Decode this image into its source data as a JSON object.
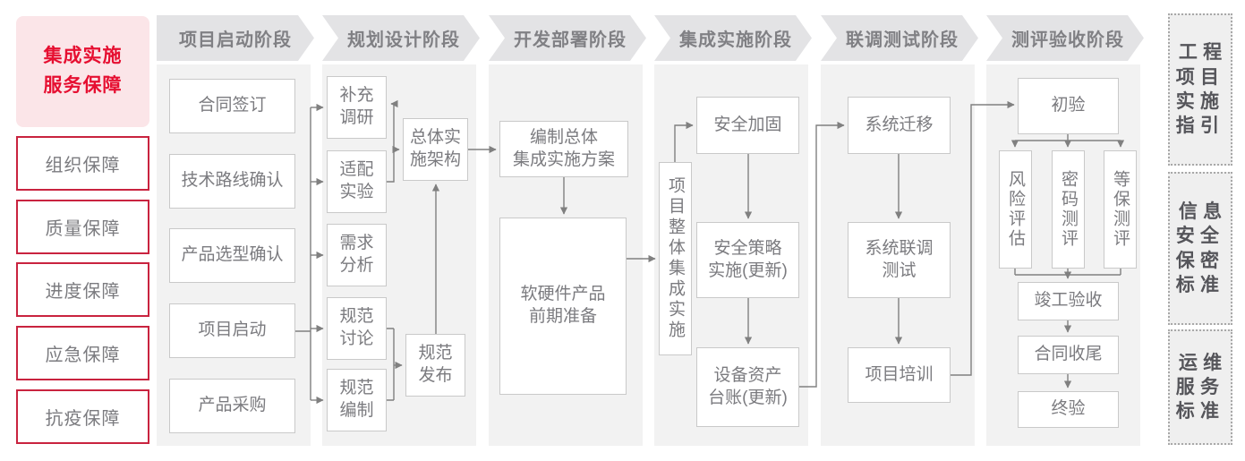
{
  "colors": {
    "accent_red": "#e60f31",
    "pink_bg": "#fbe5e8",
    "red_border": "#c9233f",
    "panel_bg": "#f2f2f2",
    "chevron_bg": "#e3e3e5",
    "line_gray": "#808080",
    "box_border": "#c9c9c9",
    "box_text": "#7b7b7f",
    "standard_text": "#55555a"
  },
  "sidebar": {
    "title": "集成实施\n服务保障",
    "items": [
      "组织保障",
      "质量保障",
      "进度保障",
      "应急保障",
      "抗疫保障"
    ]
  },
  "phases": [
    "项目启动阶段",
    "规划设计阶段",
    "开发部署阶段",
    "集成实施阶段",
    "联调测试阶段",
    "测评验收阶段"
  ],
  "flow": {
    "startup": [
      "合同签订",
      "技术路线确认",
      "产品选型确认",
      "项目启动",
      "产品采购"
    ],
    "planning": {
      "steps": [
        "补充\n调研",
        "适配\n实验",
        "需求\n分析",
        "规范\n讨论",
        "规范\n编制"
      ],
      "architecture": "总体实\n施架构",
      "publish": "规范\n发布"
    },
    "development": {
      "plan": "编制总体\n集成实施方案",
      "prepare": "软硬件产品\n前期准备"
    },
    "integration": {
      "overall": "项目整体集成实施",
      "harden": "安全加固",
      "policy": "安全策略\n实施(更新)",
      "assets": "设备资产\n台账(更新)"
    },
    "testing": {
      "migrate": "系统迁移",
      "joint": "系统联调\n测试",
      "training": "项目培训"
    },
    "acceptance": {
      "initial": "初验",
      "risk": "风险评估",
      "crypto": "密码测评",
      "mlps": "等保测评",
      "completion": "竣工验收",
      "closeout": "合同收尾",
      "final": "终验"
    }
  },
  "standards": [
    "工程\n项目\n实施\n指引",
    "信息\n安全\n保密\n标准",
    "运维\n服务\n标准"
  ]
}
